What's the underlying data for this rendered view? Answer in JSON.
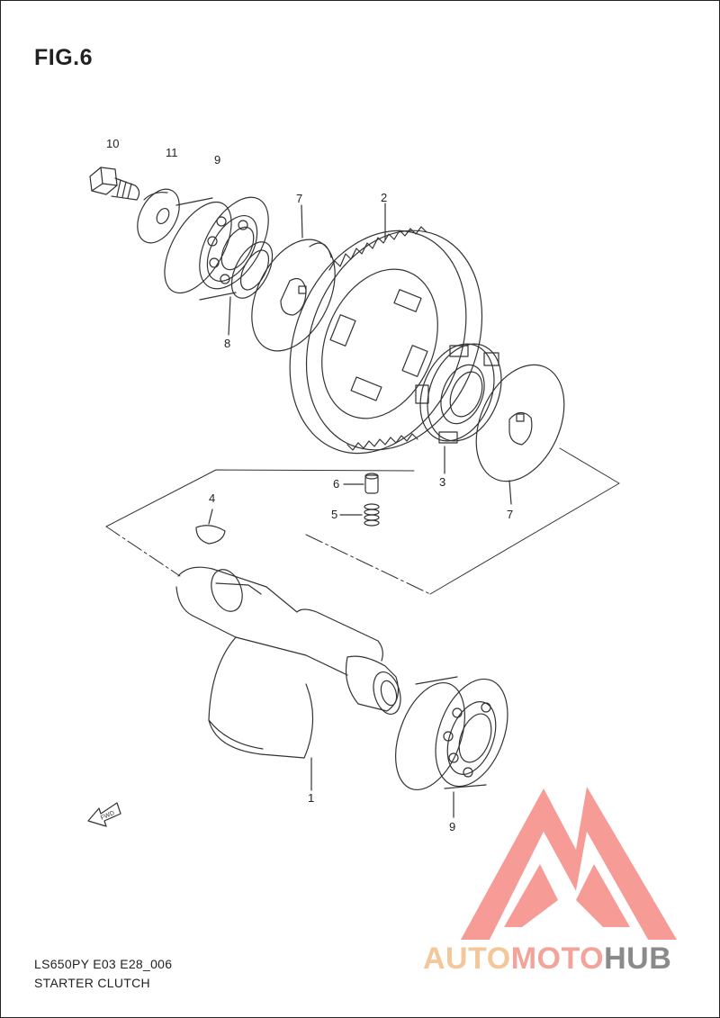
{
  "figure": {
    "title": "FIG.6",
    "model_code": "LS650PY E03 E28_006",
    "group_name": "STARTER CLUTCH"
  },
  "callouts": [
    {
      "id": "c10",
      "label": "10"
    },
    {
      "id": "c11",
      "label": "11"
    },
    {
      "id": "c9a",
      "label": "9"
    },
    {
      "id": "c7a",
      "label": "7"
    },
    {
      "id": "c2",
      "label": "2"
    },
    {
      "id": "c8",
      "label": "8"
    },
    {
      "id": "c3",
      "label": "3"
    },
    {
      "id": "c6",
      "label": "6"
    },
    {
      "id": "c5",
      "label": "5"
    },
    {
      "id": "c7b",
      "label": "7"
    },
    {
      "id": "c4",
      "label": "4"
    },
    {
      "id": "c1",
      "label": "1"
    },
    {
      "id": "c9b",
      "label": "9"
    }
  ],
  "fwd_arrow_label": "FWD",
  "watermark": {
    "part1": "AUTO",
    "part2": "MOTO",
    "part3": "HUB",
    "colors": {
      "auto": "#f4c79a",
      "moto": "#f2a39a",
      "hub": "#8a8a8a",
      "logo": "#f58a84"
    }
  }
}
